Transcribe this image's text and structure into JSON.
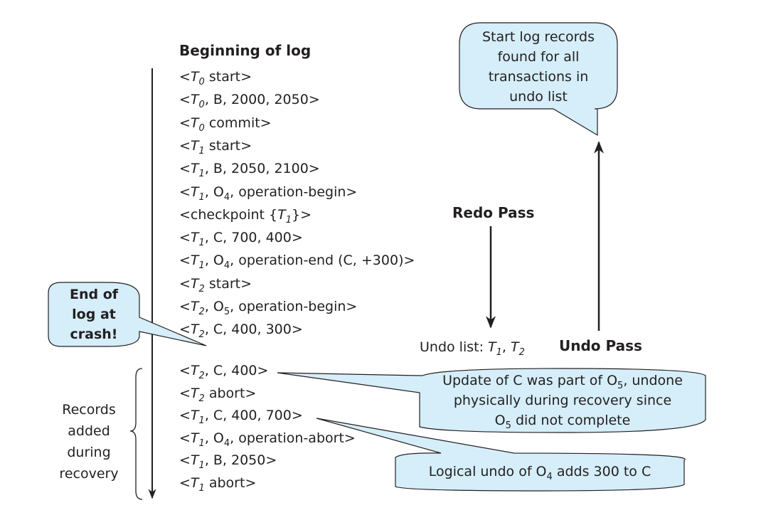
{
  "diagram": {
    "title": "Beginning of log",
    "log_records": [
      {
        "parts": [
          {
            "t": "<"
          },
          {
            "i": "T",
            "sub": "0"
          },
          {
            "t": " start>"
          }
        ]
      },
      {
        "parts": [
          {
            "t": "<"
          },
          {
            "i": "T",
            "sub": "0"
          },
          {
            "t": ", B, 2000, 2050>"
          }
        ]
      },
      {
        "parts": [
          {
            "t": "<"
          },
          {
            "i": "T",
            "sub": "0"
          },
          {
            "t": " commit>"
          }
        ]
      },
      {
        "parts": [
          {
            "t": "<"
          },
          {
            "i": "T",
            "sub": "1"
          },
          {
            "t": " start>"
          }
        ]
      },
      {
        "parts": [
          {
            "t": "<"
          },
          {
            "i": "T",
            "sub": "1"
          },
          {
            "t": ", B, 2050, 2100>"
          }
        ]
      },
      {
        "parts": [
          {
            "t": "<"
          },
          {
            "i": "T",
            "sub": "1"
          },
          {
            "t": ", O"
          },
          {
            "sub": "4"
          },
          {
            "t": ", operation-begin>"
          }
        ]
      },
      {
        "parts": [
          {
            "t": "<checkpoint {"
          },
          {
            "i": "T",
            "sub": "1"
          },
          {
            "t": "}>"
          }
        ]
      },
      {
        "parts": [
          {
            "t": "<"
          },
          {
            "i": "T",
            "sub": "1"
          },
          {
            "t": ", C, 700, 400>"
          }
        ]
      },
      {
        "parts": [
          {
            "t": "<"
          },
          {
            "i": "T",
            "sub": "1"
          },
          {
            "t": ", O"
          },
          {
            "sub": "4"
          },
          {
            "t": ", operation-end (C, +300)>"
          }
        ]
      },
      {
        "parts": [
          {
            "t": "<"
          },
          {
            "i": "T",
            "sub": "2"
          },
          {
            "t": " start>"
          }
        ]
      },
      {
        "parts": [
          {
            "t": "<"
          },
          {
            "i": "T",
            "sub": "2"
          },
          {
            "t": ", O"
          },
          {
            "sub": "5"
          },
          {
            "t": ", operation-begin>"
          }
        ]
      },
      {
        "parts": [
          {
            "t": "<"
          },
          {
            "i": "T",
            "sub": "2"
          },
          {
            "t": ", C, 400, 300>"
          }
        ]
      }
    ],
    "recovery_records": [
      {
        "parts": [
          {
            "t": "<"
          },
          {
            "i": "T",
            "sub": "2"
          },
          {
            "t": ", C, 400>"
          }
        ]
      },
      {
        "parts": [
          {
            "t": "<"
          },
          {
            "i": "T",
            "sub": "2"
          },
          {
            "t": " abort>"
          }
        ]
      },
      {
        "parts": [
          {
            "t": "<"
          },
          {
            "i": "T",
            "sub": "1"
          },
          {
            "t": ", C, 400, 700>"
          }
        ]
      },
      {
        "parts": [
          {
            "t": "<"
          },
          {
            "i": "T",
            "sub": "1"
          },
          {
            "t": ", O"
          },
          {
            "sub": "4"
          },
          {
            "t": ", operation-abort>"
          }
        ]
      },
      {
        "parts": [
          {
            "t": "<"
          },
          {
            "i": "T",
            "sub": "1"
          },
          {
            "t": ", B, 2050>"
          }
        ]
      },
      {
        "parts": [
          {
            "t": "<"
          },
          {
            "i": "T",
            "sub": "1"
          },
          {
            "t": " abort>"
          }
        ]
      }
    ],
    "end_of_log_callout": [
      "End of",
      "log at",
      "crash!"
    ],
    "recovery_brace_label": [
      "Records",
      "added",
      "during",
      "recovery"
    ],
    "redo_pass_label": "Redo Pass",
    "undo_pass_label": "Undo Pass",
    "undo_list": {
      "label": "Undo list: ",
      "items": [
        {
          "i": "T",
          "sub": "1"
        },
        {
          "t": ", "
        },
        {
          "i": "T",
          "sub": "2"
        }
      ]
    },
    "start_records_callout": [
      "Start log records",
      "found for all",
      "transactions in",
      "undo list"
    ],
    "o5_callout": [
      {
        "parts": [
          {
            "t": "Update of C was part of O"
          },
          {
            "sub": "5"
          },
          {
            "t": ", undone"
          }
        ]
      },
      {
        "parts": [
          {
            "t": "physically during recovery since"
          }
        ]
      },
      {
        "parts": [
          {
            "t": "O"
          },
          {
            "sub": "5"
          },
          {
            "t": " did not complete"
          }
        ]
      }
    ],
    "o4_callout": [
      {
        "parts": [
          {
            "t": "Logical undo of O"
          },
          {
            "sub": "4"
          },
          {
            "t": " adds 300 to C"
          }
        ]
      }
    ],
    "colors": {
      "callout_fill": "#d5eef9",
      "stroke": "#231f20",
      "text": "#231f20"
    }
  }
}
